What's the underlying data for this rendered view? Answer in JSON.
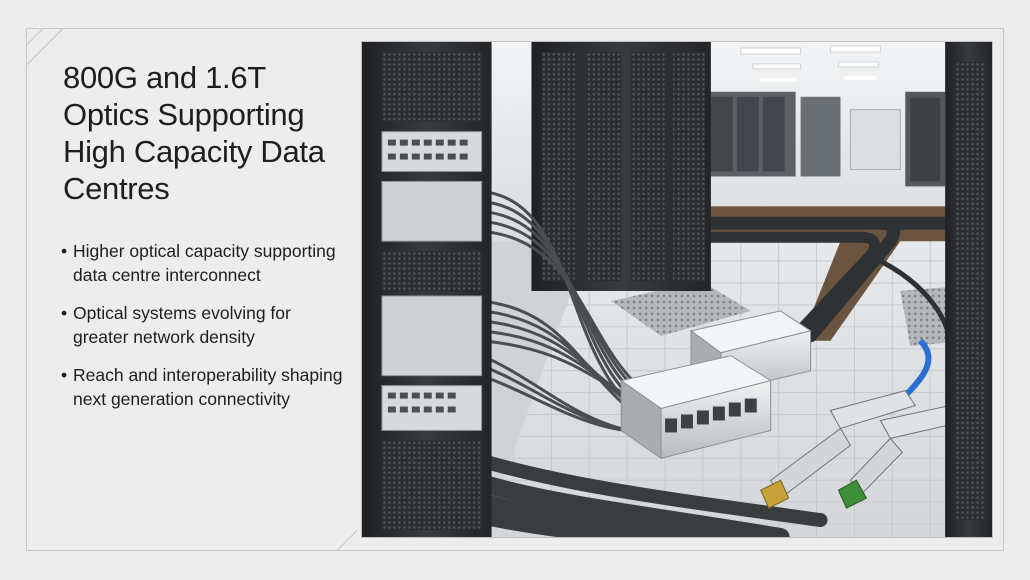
{
  "slide": {
    "title": "800G and 1.6T Optics Supporting High Capacity Data Centres",
    "bullets": [
      "Higher optical capacity supporting data centre interconnect",
      "Optical systems evolving for greater network density",
      "Reach and interoperability shaping next generation connectivity"
    ]
  },
  "colors": {
    "background": "#ececec",
    "rack_dark": "#2b2e31",
    "cable": "#3a3d40",
    "floor": "#e3e6e8",
    "accent_blue": "#2a6fd1",
    "connector_green": "#3f8f3a",
    "connector_gold": "#c8a13a"
  },
  "illustration": {
    "subject": "data-centre-illustration"
  }
}
